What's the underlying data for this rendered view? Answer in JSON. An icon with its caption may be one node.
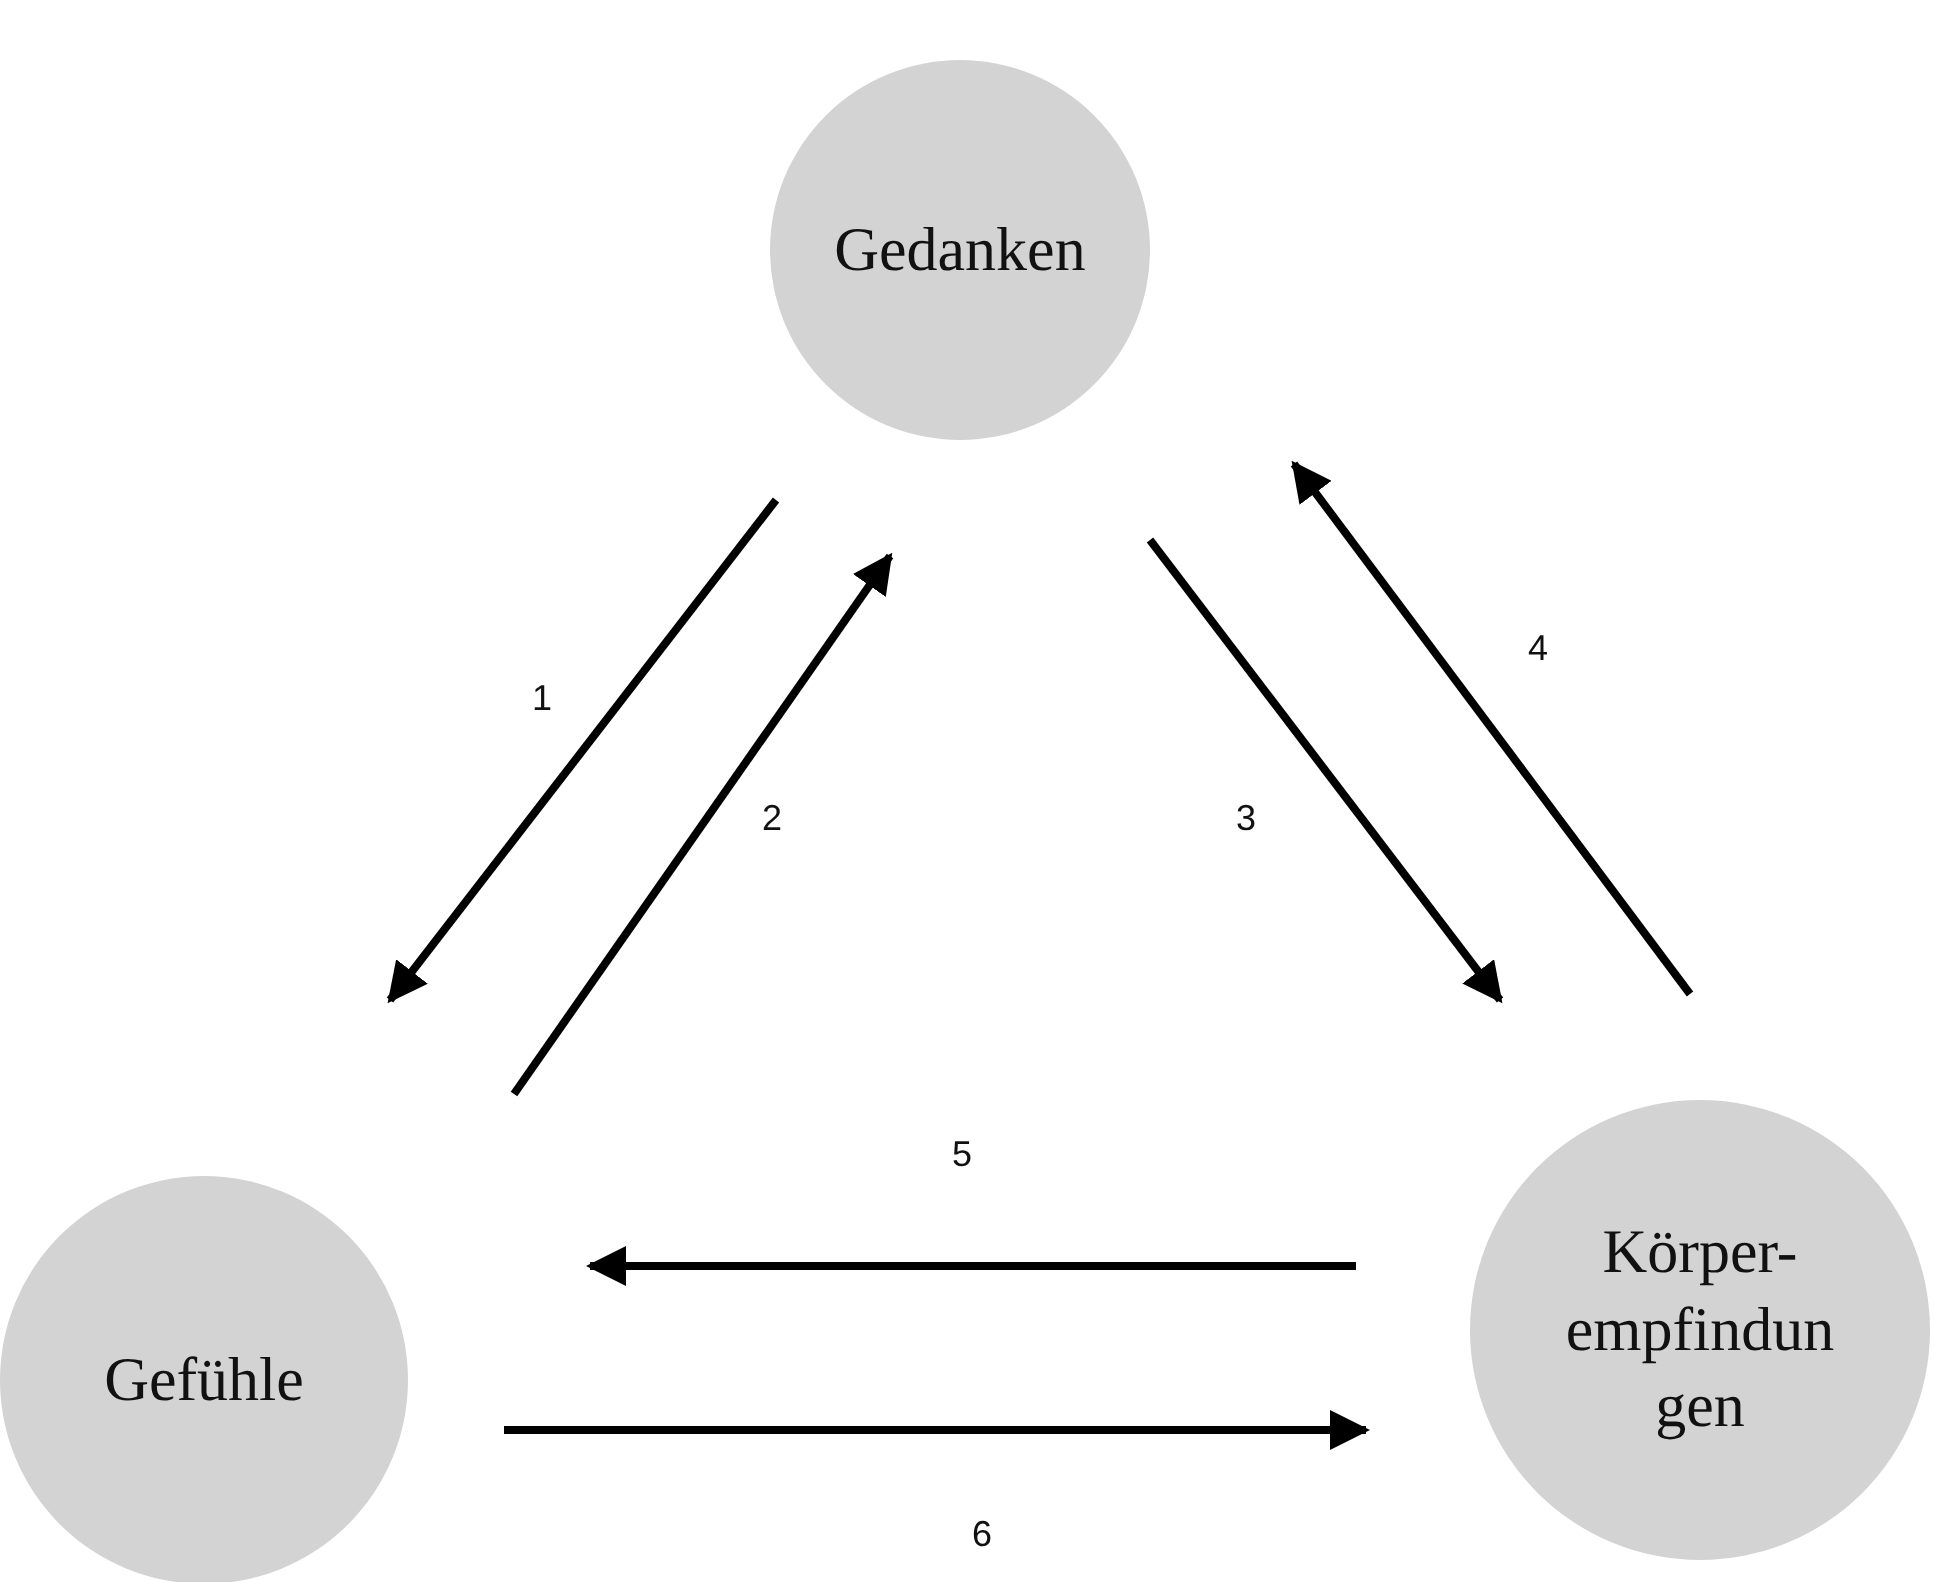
{
  "diagram": {
    "nodes": [
      {
        "text": [
          "Gedanken"
        ]
      },
      {
        "text": [
          "Gefühle"
        ]
      },
      {
        "text": [
          "Körper- empfindun gen"
        ]
      }
    ],
    "edges": [
      {
        "from": 0,
        "to": 1,
        "arrow": "to",
        "label": "1"
      },
      {
        "from": 1,
        "to": 0,
        "arrow": "to",
        "label": "2"
      },
      {
        "from": 0,
        "to": 2,
        "arrow": "to",
        "label": "3"
      },
      {
        "from": 2,
        "to": 0,
        "arrow": "to",
        "label": "4"
      },
      {
        "from": 2,
        "to": 1,
        "arrow": "to",
        "label": "5"
      },
      {
        "from": 1,
        "to": 2,
        "arrow": "to",
        "label": "6"
      }
    ]
  }
}
